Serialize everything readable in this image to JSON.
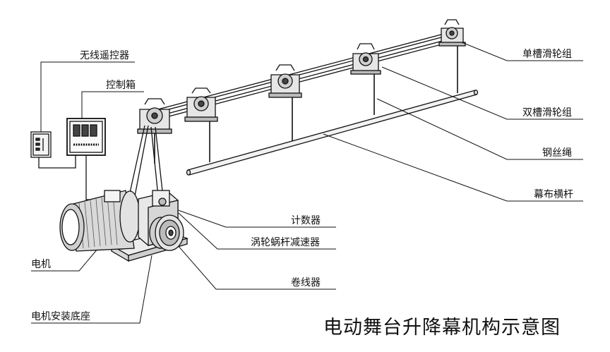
{
  "title": "电动舞台升降幕机构示意图",
  "labels": {
    "wireless_remote": "无线遥控器",
    "control_box": "控制箱",
    "single_groove_pulley": "单槽滑轮组",
    "double_groove_pulley": "双槽滑轮组",
    "steel_wire_rope": "钢丝绳",
    "curtain_bar": "幕布横杆",
    "counter": "计数器",
    "worm_gear_reducer": "涡轮蜗杆减速器",
    "motor": "电机",
    "winder": "卷线器",
    "motor_mount_base": "电机安装底座"
  }
}
